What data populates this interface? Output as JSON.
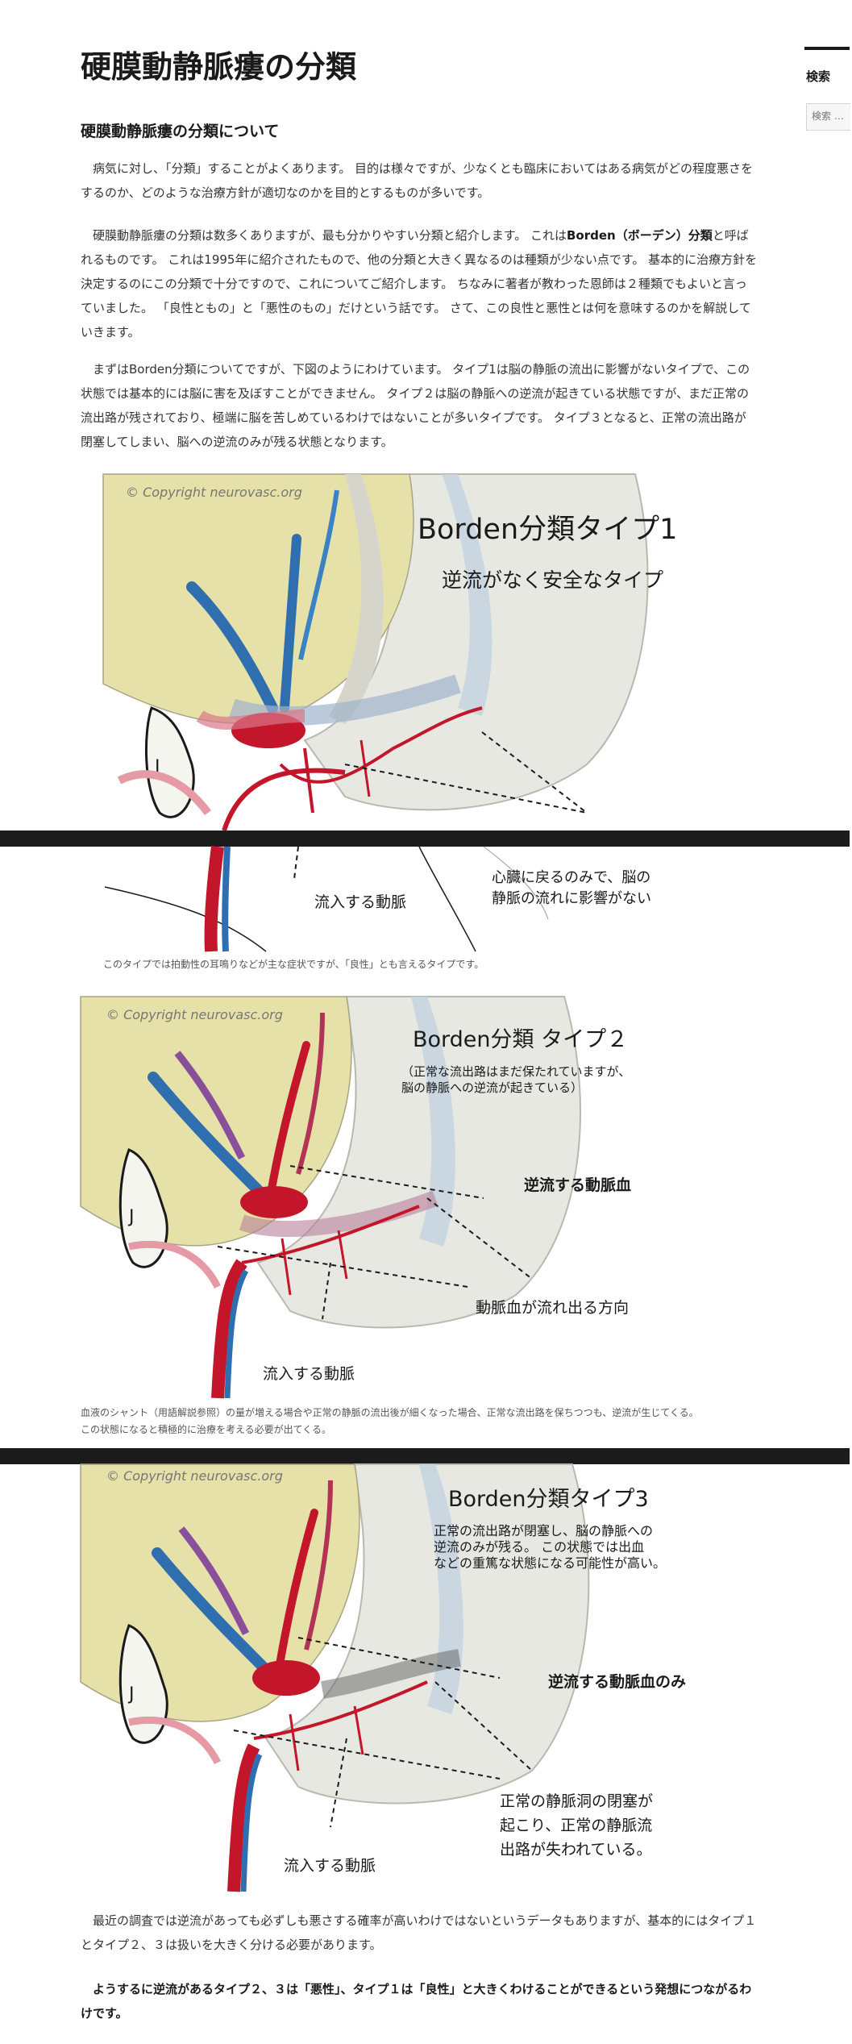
{
  "page": {
    "title": "硬膜動静脈瘻の分類",
    "section_heading": "硬膜動静脈瘻の分類について"
  },
  "paragraphs": {
    "p1": "病気に対し、「分類」することがよくあります。 目的は様々ですが、少なくとも臨床においてはある病気がどの程度悪さをするのか、どのような治療方針が適切なのかを目的とするものが多いです。",
    "p2_a": "硬膜動静脈瘻の分類は数多くありますが、最も分かりやすい分類と紹介します。 これは",
    "p2_bold": "Borden（ボーデン）分類",
    "p2_b": "と呼ばれるものです。 これは1995年に紹介されたもので、他の分類と大きく異なるのは種類が少ない点です。 基本的に治療方針を決定するのにこの分類で十分ですので、これについてご紹介します。 ちなみに著者が教わった恩師は２種類でもよいと言っていました。 「良性ともの」と「悪性のもの」だけという話です。 さて、この良性と悪性とは何を意味するのかを解説していきます。",
    "p3": "まずはBorden分類についてですが、下図のようにわけています。 タイプ1は脳の静脈の流出に影響がないタイプで、この状態では基本的には脳に害を及ぼすことができません。 タイプ２は脳の静脈への逆流が起きている状態ですが、まだ正常の流出路が残されており、極端に脳を苦しめているわけではないことが多いタイプです。 タイプ３となると、正常の流出路が閉塞してしまい、脳への逆流のみが残る状態となります。",
    "p4": "最近の調査では逆流があっても必ずしも悪さする確率が高いわけではないというデータもありますが、基本的にはタイプ１とタイプ２、３は扱いを大きく分ける必要があります。",
    "p5": "ようするに逆流があるタイプ２、３は「悪性」、タイプ１は「良性」と大きくわけることができるという発想につながるわけです。"
  },
  "figures": {
    "copyright": "© Copyright neurovasc.org",
    "type1": {
      "title": "Borden分類タイプ1",
      "subtitle": "逆流がなく安全なタイプ",
      "note_line1": "心臓に戻るのみで、脳の",
      "note_line2": "静脈の流れに影響がない",
      "inflow": "流入する動脈",
      "caption": "このタイプでは拍動性の耳鳴りなどが主な症状ですが、「良性」とも言えるタイプです。"
    },
    "type2": {
      "title": "Borden分類 タイプ２",
      "subtitle_line1": "（正常な流出路はまだ保たれていますが、",
      "subtitle_line2": "脳の静脈への逆流が起きている）",
      "reflux": "逆流する動脈血",
      "direction": "動脈血が流れ出る方向",
      "inflow": "流入する動脈",
      "caption_line1": "血液のシャント（用語解説参照）の量が増える場合や正常の静脈の流出後が細くなった場合、正常な流出路を保ちつつも、逆流が生じてくる。",
      "caption_line2": "この状態になると積極的に治療を考える必要が出てくる。"
    },
    "type3": {
      "title": "Borden分類タイプ3",
      "desc_line1": "正常の流出路が閉塞し、脳の静脈への",
      "desc_line2": "逆流のみが残る。 この状態では出血",
      "desc_line3": "などの重篤な状態になる可能性が高い。",
      "reflux_only": "逆流する動脈血のみ",
      "occl_line1": "正常の静脈洞の閉塞が",
      "occl_line2": "起こり、正常の静脈流",
      "occl_line3": "出路が失われている。",
      "inflow": "流入する動脈"
    }
  },
  "sidebar": {
    "title": "検索",
    "search_placeholder": "検索 …"
  },
  "colors": {
    "brain": "#e6e1a8",
    "skull": "#e7e7e2",
    "vein_blue": "#2f6fb0",
    "artery_red": "#c4162a",
    "heading": "#1a1a1a"
  }
}
